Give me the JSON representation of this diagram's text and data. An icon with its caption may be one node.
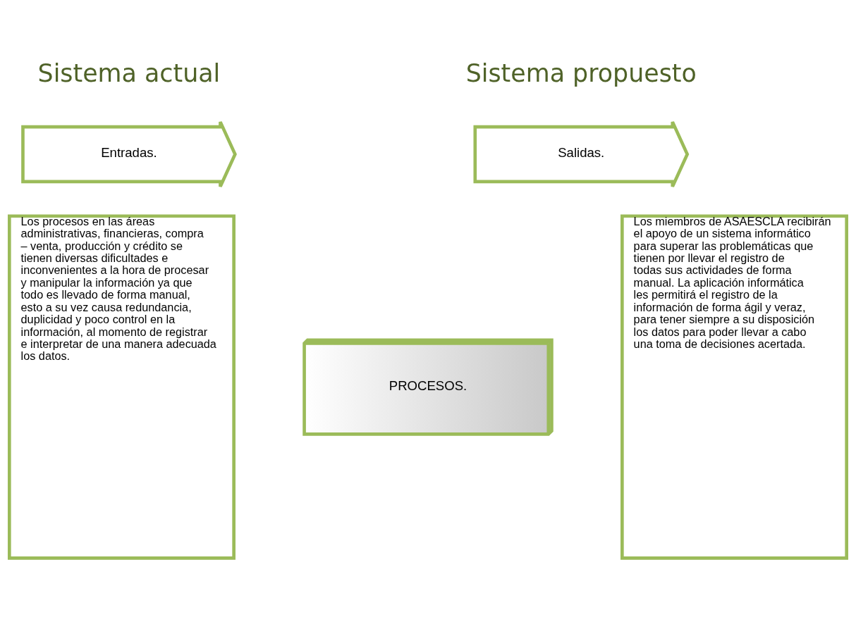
{
  "diagram": {
    "nodes": [
      {
        "text": [
          "Entradas."
        ]
      },
      {
        "text": [
          "Los procesos en las áreas administrativas, financieras, compra – venta, producción y crédito se tienen diversas dificultades e inconvenientes a la hora de procesar y manipular la información ya que todo es llevado de forma manual, esto a su vez causa redundancia, duplicidad y poco control en la información, al momento de registrar e interpretar de una manera adecuada los datos."
        ]
      },
      {
        "text": [
          "PROCESOS."
        ]
      },
      {
        "text": [
          "Salidas."
        ]
      },
      {
        "text": [
          "Los miembros de ASAESCLA recibirán el apoyo de un sistema informático para superar las problemáticas que tienen por llevar el registro de todas sus actividades de forma manual. La aplicación informática les permitirá el registro de la información de forma ágil y veraz, para tener siempre a su disposición los datos para poder llevar a cabo una toma de decisiones acertada."
        ]
      }
    ],
    "labels": [
      "Sistema actual",
      "Sistema propuesto"
    ]
  }
}
